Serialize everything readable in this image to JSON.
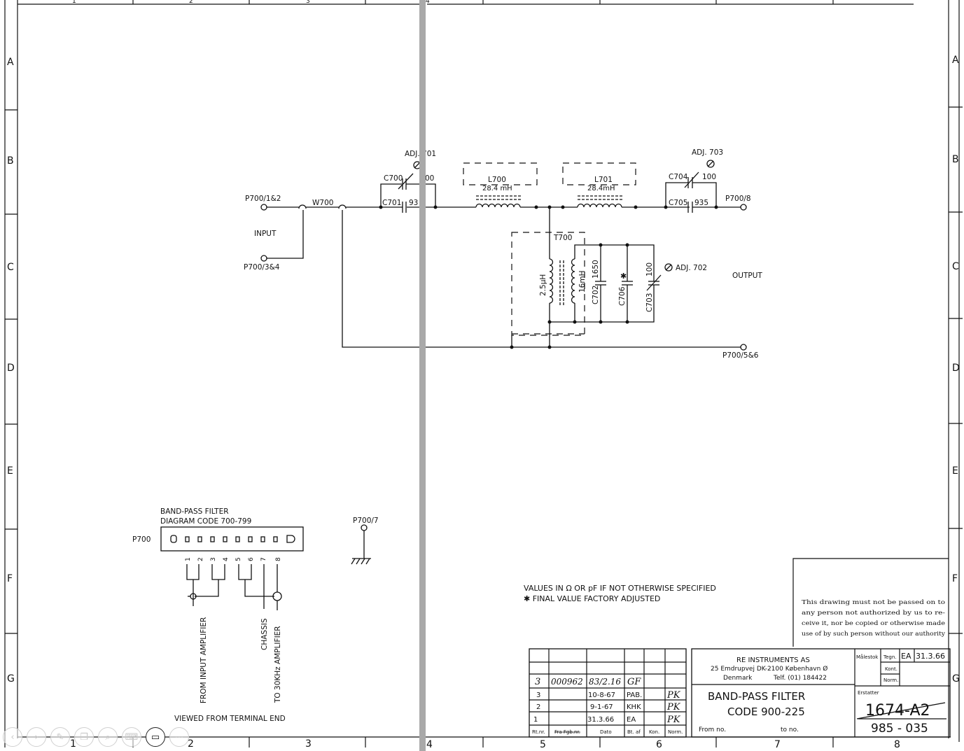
{
  "frame": {
    "columns_bottom": [
      "1",
      "2",
      "3",
      "4",
      "5",
      "6",
      "7",
      "8"
    ],
    "columns_top": [
      "1",
      "2",
      "3",
      "4"
    ],
    "rows": [
      "A",
      "B",
      "C",
      "D",
      "E",
      "F",
      "G"
    ]
  },
  "schematic": {
    "adj701": "ADJ. 701",
    "c700": "C700",
    "c700_value": "00",
    "c701": "C701",
    "c701_value": "93",
    "p700_12": "P700/1&2",
    "w700": "W700",
    "input": "INPUT",
    "p700_34": "P700/3&4",
    "l700": "L700",
    "l700_value": "28.4 mH",
    "l701": "L701",
    "l701_value": "28.4mH",
    "adj703": "ADJ. 703",
    "c704": "C704",
    "c704_value": "100",
    "c705": "C705",
    "c705_value": "935",
    "p700_8": "P700/8",
    "t700": "T700",
    "primary": "2.5µH",
    "secondary": "16mH",
    "c702": "C702",
    "c702_value": "1650",
    "c706": "C706",
    "c706_mark": "✱",
    "c703": "C703",
    "c703_value": "100",
    "adj702": "ADJ. 702",
    "output": "OUTPUT",
    "p700_56": "P700/5&6"
  },
  "connector": {
    "title1": "BAND-PASS FILTER",
    "title2": "DIAGRAM CODE  700-799",
    "label": "P700",
    "pins": [
      "1",
      "2",
      "3",
      "4",
      "5",
      "6",
      "7",
      "8"
    ],
    "p700_7": "P700/7",
    "from_input": "FROM INPUT AMPLIFIER",
    "chassis": "CHASSIS",
    "to_amp": "TO 30KHz  AMPLIFIER",
    "viewed": "VIEWED  FROM  TERMINAL END"
  },
  "notes": {
    "line1": "VALUES IN Ω OR pF  IF NOT OTHERWISE SPECIFIED",
    "line2": "✱ FINAL VALUE FACTORY ADJUSTED"
  },
  "notice": {
    "lines": [
      "This  drawing  must  not  be  passed  on  to",
      "any  person  not  authorized  by  us  to  re-",
      "ceive  it,  nor  be  copied  or  otherwise  made",
      "use  of  by  such  person  without  our  authority"
    ]
  },
  "revisions": {
    "rows": [
      [
        "3",
        "000962",
        "83/2.16",
        "GF",
        ""
      ],
      [
        "3",
        "",
        "10-8-67",
        "PAB.",
        "PK"
      ],
      [
        "2",
        "",
        "9-1-67",
        "KHK",
        "PK"
      ],
      [
        "1",
        "",
        "31.3.66",
        "EA",
        "PK"
      ]
    ],
    "headers": [
      "Rt.nr.",
      "Fra Fgb.nr.",
      "Dato",
      "Bt. af",
      "Kon.",
      "Norm."
    ]
  },
  "titleblock": {
    "company": "RE  INSTRUMENTS AS",
    "address": "25 Emdrupvej  DK-2100 København Ø",
    "country": "Denmark",
    "phone": "Telf. (01) 184422",
    "title1": "BAND-PASS FILTER",
    "title2": "CODE  900-225",
    "from_no": "From no.",
    "to_no": "to no.",
    "malestok": "Målestok",
    "tegn": "Tegn.",
    "tegn_by": "EA",
    "tegn_date": "31.3.66",
    "kontr": "Kont.",
    "norm": "Norm.",
    "erstatter": "Erstatter",
    "drawing_no": "1674-A2",
    "code_no": "985 - 035"
  },
  "toolbar": {
    "icons": [
      "arrow-left-icon",
      "arrow-right-icon",
      "pencil-icon",
      "copy-icon",
      "zoom-icon",
      "keyboard-icon",
      "video-icon",
      "more-icon"
    ],
    "glyphs": [
      "‹",
      "›",
      "✎",
      "❐",
      "⌕",
      "⌨",
      "▭",
      "⋯"
    ]
  }
}
